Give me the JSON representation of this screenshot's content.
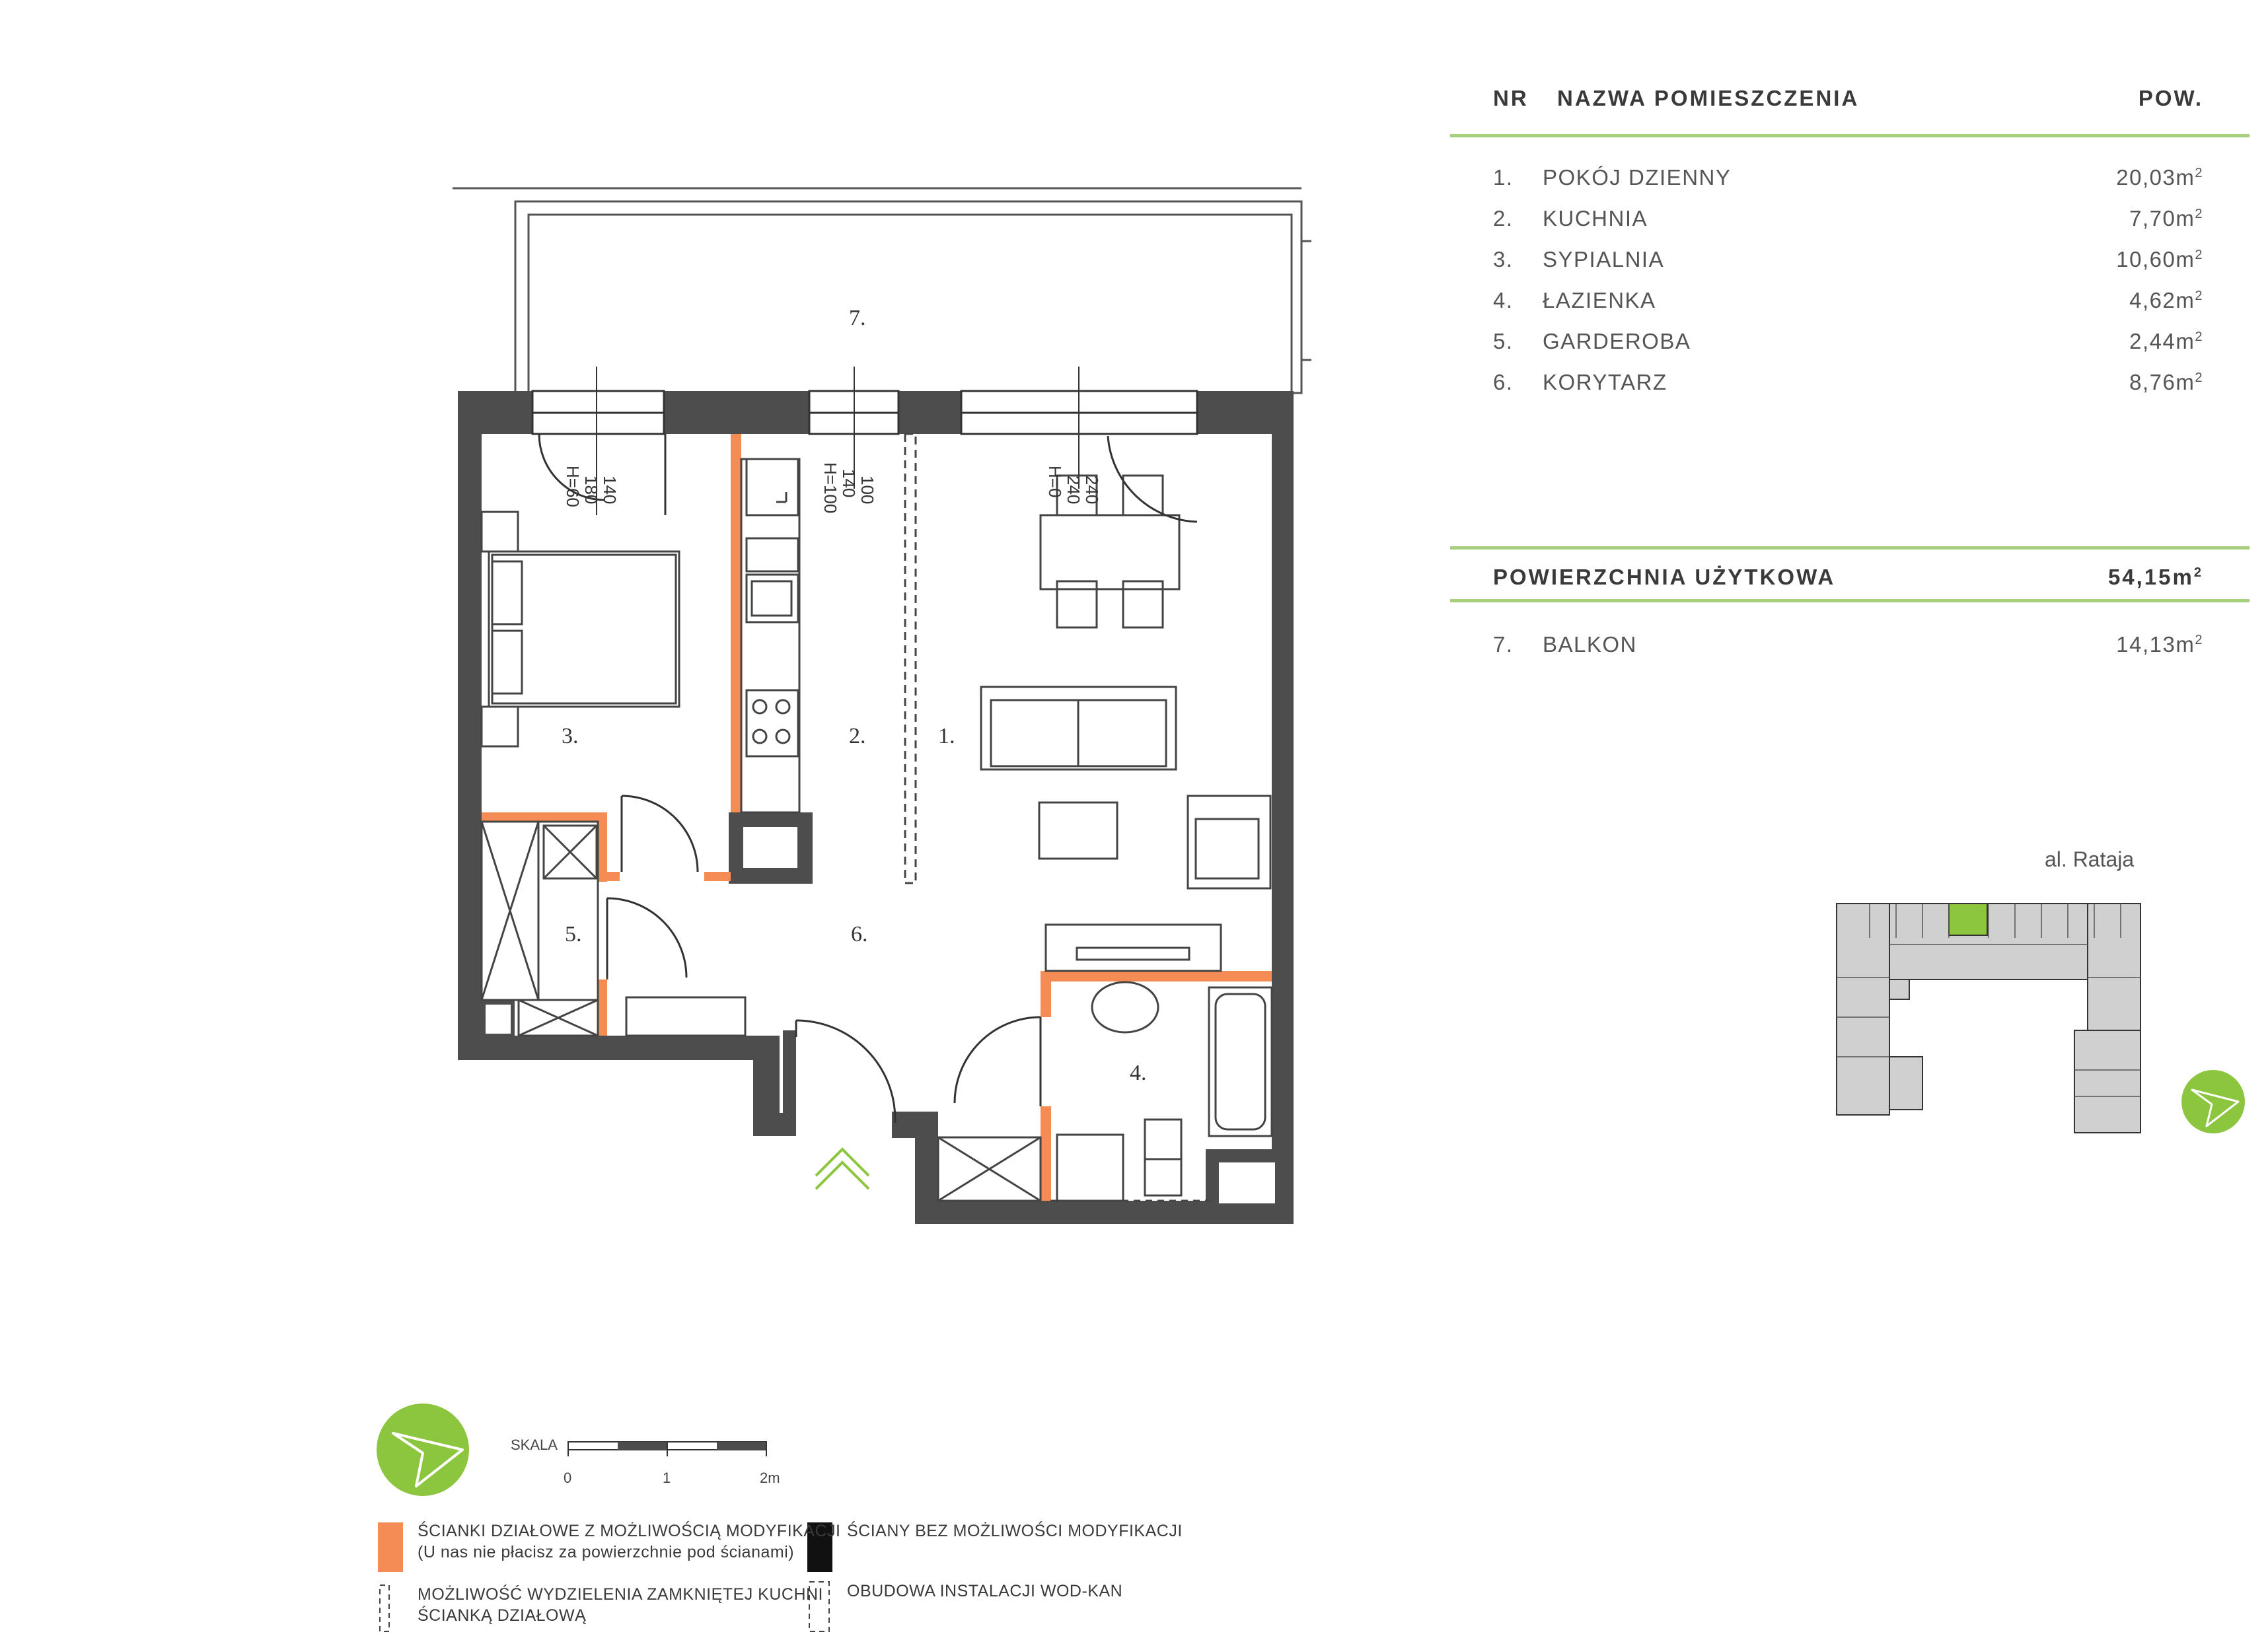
{
  "table": {
    "col_nr": "NR",
    "col_name": "NAZWA POMIESZCZENIA",
    "col_area": "POW.",
    "rooms": [
      {
        "no": "1.",
        "name": "POKÓJ DZIENNY",
        "area": "20,03m",
        "sup": "2"
      },
      {
        "no": "2.",
        "name": "KUCHNIA",
        "area": "7,70m",
        "sup": "2"
      },
      {
        "no": "3.",
        "name": "SYPIALNIA",
        "area": "10,60m",
        "sup": "2"
      },
      {
        "no": "4.",
        "name": "ŁAZIENKA",
        "area": "4,62m",
        "sup": "2"
      },
      {
        "no": "5.",
        "name": "GARDEROBA",
        "area": "2,44m",
        "sup": "2"
      },
      {
        "no": "6.",
        "name": "KORYTARZ",
        "area": "8,76m",
        "sup": "2"
      }
    ],
    "usable_label": "POWIERZCHNIA UŻYTKOWA",
    "usable_area": "54,15m",
    "usable_sup": "2",
    "balcony": {
      "no": "7.",
      "name": "BALKON",
      "area": "14,13m",
      "sup": "2"
    }
  },
  "plan_labels": {
    "r1": "1.",
    "r2": "2.",
    "r3": "3.",
    "r4": "4.",
    "r5": "5.",
    "r6": "6.",
    "r7": "7."
  },
  "windows": {
    "w1": [
      "140",
      "180",
      "H=60"
    ],
    "w2": [
      "100",
      "140",
      "H=100"
    ],
    "w3": [
      "240",
      "240",
      "H=0"
    ]
  },
  "scale": {
    "label": "SKALA",
    "t0": "0",
    "t1": "1",
    "t2": "2m"
  },
  "street": "al. Rataja",
  "legend": {
    "orange_line1": "ŚCIANKI DZIAŁOWE Z MOŻLIWOŚCIĄ MODYFIKACJI",
    "orange_line2": "(U nas nie płacisz za powierzchnie pod ścianami)",
    "black": "ŚCIANY BEZ MOŻLIWOŚCI MODYFIKACJI",
    "kitchen_line1": "MOŻLIWOŚĆ WYDZIELENIA ZAMKNIĘTEJ KUCHNI",
    "kitchen_line2": "ŚCIANKĄ DZIAŁOWĄ",
    "install": "OBUDOWA INSTALACJI WOD-KAN"
  },
  "colors": {
    "green": "#8cc63f",
    "orange": "#f58c55",
    "wall": "#4d4d4d",
    "rule": "#a6d07c"
  },
  "icons": [
    "compass-north-arrow-icon",
    "entrance-chevron-icon"
  ]
}
